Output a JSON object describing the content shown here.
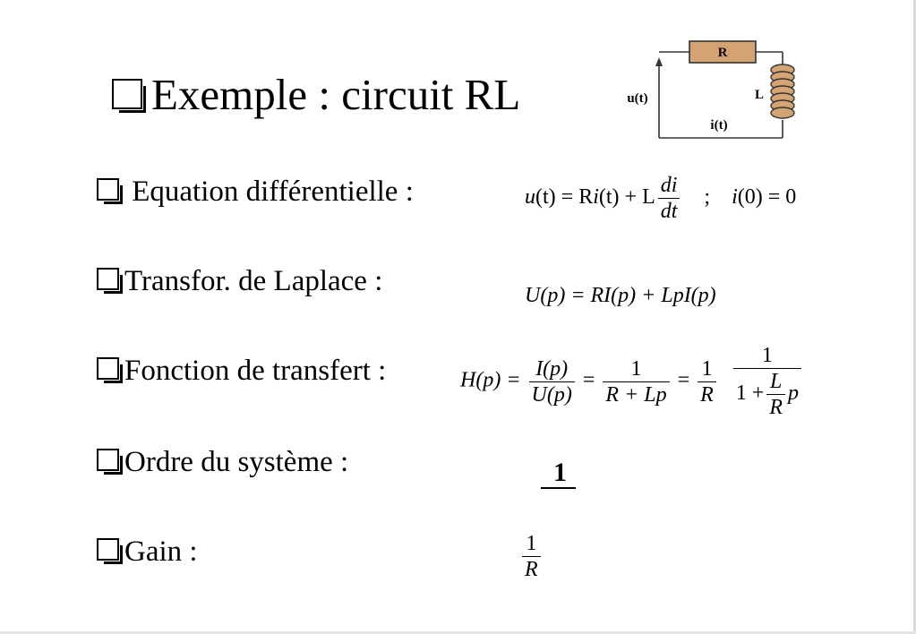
{
  "title": "Exemple : circuit RL",
  "circuit": {
    "resistor_label": "R",
    "inductor_label": "L",
    "voltage_label": "u(t)",
    "current_label": "i(t)",
    "resistor_color": "#d4a373",
    "inductor_color": "#d4a373"
  },
  "bullets": {
    "equation": "Equation différentielle :",
    "laplace": "Transfor. de Laplace :",
    "transfer": "Fonction de transfert :",
    "order": "Ordre du système :",
    "gain": "Gain :"
  },
  "formulas": {
    "diff_lhs": "u",
    "diff_paren1": "(t) = R",
    "diff_i": "i",
    "diff_paren2": "(t) + L",
    "diff_num": "di",
    "diff_den": "dt",
    "diff_sep": ";",
    "ic_i": "i",
    "ic_rest": "(0) = 0",
    "laplace_expr": "U(p) = RI(p) + LpI(p)",
    "tf_lhs": "H(p) =",
    "tf_f1_num": "I(p)",
    "tf_f1_den": "U(p)",
    "tf_eq2": "=",
    "tf_f2_num": "1",
    "tf_f2_den": "R + Lp",
    "tf_eq3": "=",
    "tf_f3_num": "1",
    "tf_f3_den": "R",
    "tf_f4_num": "1",
    "tf_f4_den_pre": "1 +",
    "tf_f4_inner_num": "L",
    "tf_f4_inner_den": "R",
    "tf_f4_den_post": "p",
    "order_value": "1",
    "gain_num": "1",
    "gain_den": "R"
  }
}
